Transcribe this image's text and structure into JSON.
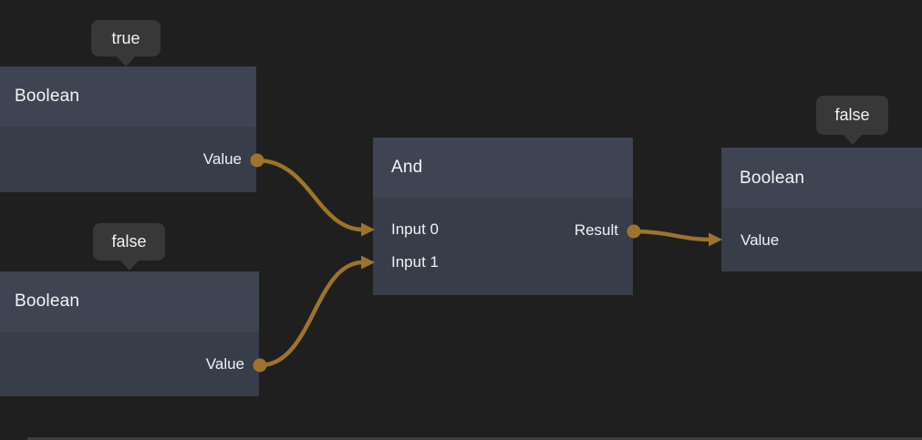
{
  "canvas": {
    "background": "#1f1f1f",
    "node_header_color": "#3f4453",
    "node_body_color": "#383d4a",
    "tooltip_color": "#383838",
    "wire_color": "#9c742c"
  },
  "nodes": [
    {
      "id": "boolean-true",
      "title": "Boolean",
      "tooltip": "true",
      "ports": {
        "inputs": [],
        "outputs": [
          {
            "label": "Value"
          }
        ]
      }
    },
    {
      "id": "boolean-false",
      "title": "Boolean",
      "tooltip": "false",
      "ports": {
        "inputs": [],
        "outputs": [
          {
            "label": "Value"
          }
        ]
      }
    },
    {
      "id": "and",
      "title": "And",
      "ports": {
        "inputs": [
          {
            "label": "Input 0"
          },
          {
            "label": "Input 1"
          }
        ],
        "outputs": [
          {
            "label": "Result"
          }
        ]
      }
    },
    {
      "id": "boolean-result",
      "title": "Boolean",
      "tooltip": "false",
      "ports": {
        "inputs": [
          {
            "label": "Value"
          }
        ],
        "outputs": []
      }
    }
  ],
  "connections": [
    {
      "from": "boolean-true.Value",
      "to": "and.Input 0"
    },
    {
      "from": "boolean-false.Value",
      "to": "and.Input 1"
    },
    {
      "from": "and.Result",
      "to": "boolean-result.Value"
    }
  ]
}
